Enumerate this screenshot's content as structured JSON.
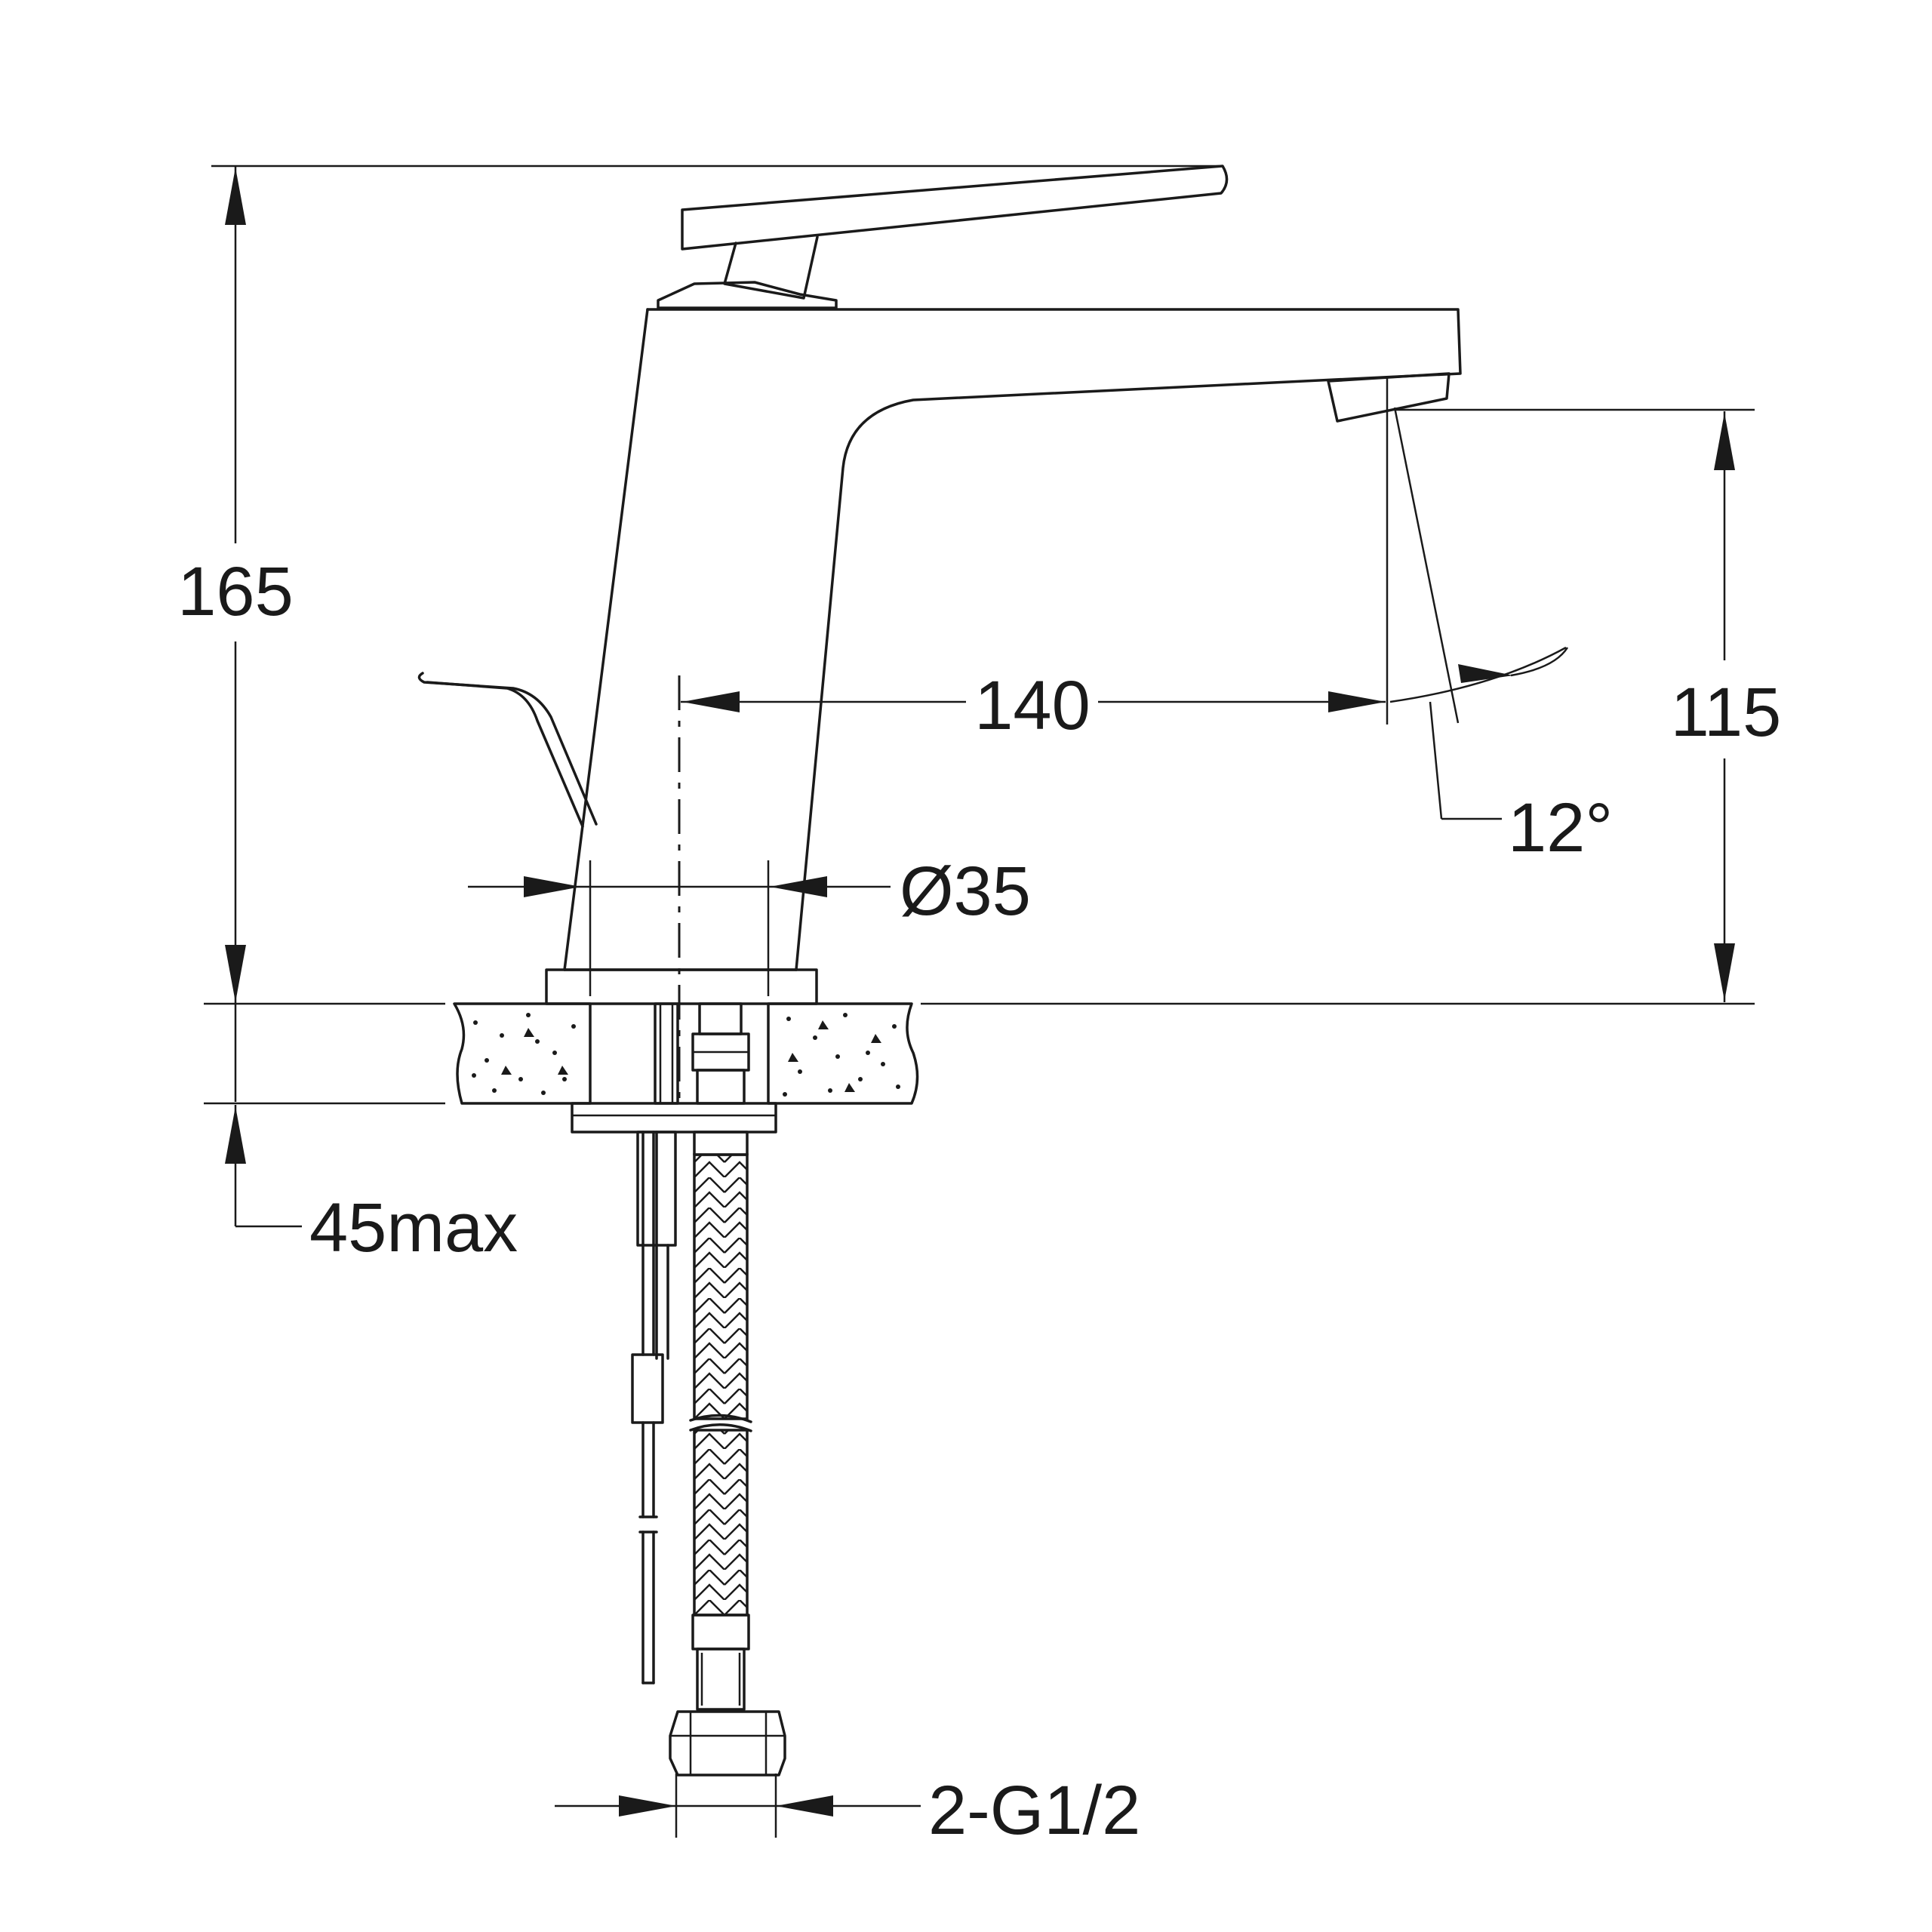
{
  "dimensions": {
    "total_height": "165",
    "spout_height": "115",
    "spout_reach": "140",
    "base_diameter": "Ø35",
    "spout_angle": "12°",
    "counter_thickness": "45max",
    "connection": "2-G1/2"
  },
  "colors": {
    "line": "#1a1a1a",
    "background": "#ffffff"
  }
}
